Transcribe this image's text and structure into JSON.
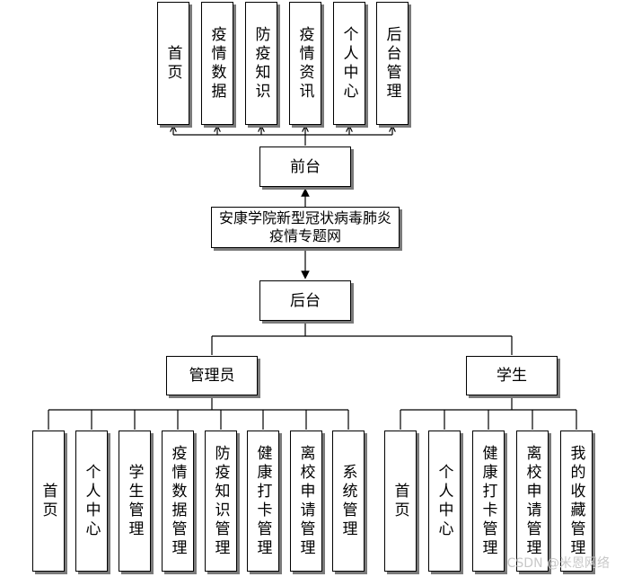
{
  "center": "安康学院新型冠状病毒肺炎疫情专题网",
  "front": {
    "label": "前台",
    "items": [
      "首页",
      "疫情数据",
      "防疫知识",
      "疫情资讯",
      "个人中心",
      "后台管理"
    ]
  },
  "back": {
    "label": "后台",
    "admin": {
      "label": "管理员",
      "items": [
        "首页",
        "个人中心",
        "学生管理",
        "疫情数据管理",
        "防疫知识管理",
        "健康打卡管理",
        "离校申请管理",
        "系统管理"
      ]
    },
    "student": {
      "label": "学生",
      "items": [
        "首页",
        "个人中心",
        "健康打卡管理",
        "离校申请管理",
        "我的收藏管理"
      ]
    }
  },
  "watermark": "CSDN @米恩网络"
}
